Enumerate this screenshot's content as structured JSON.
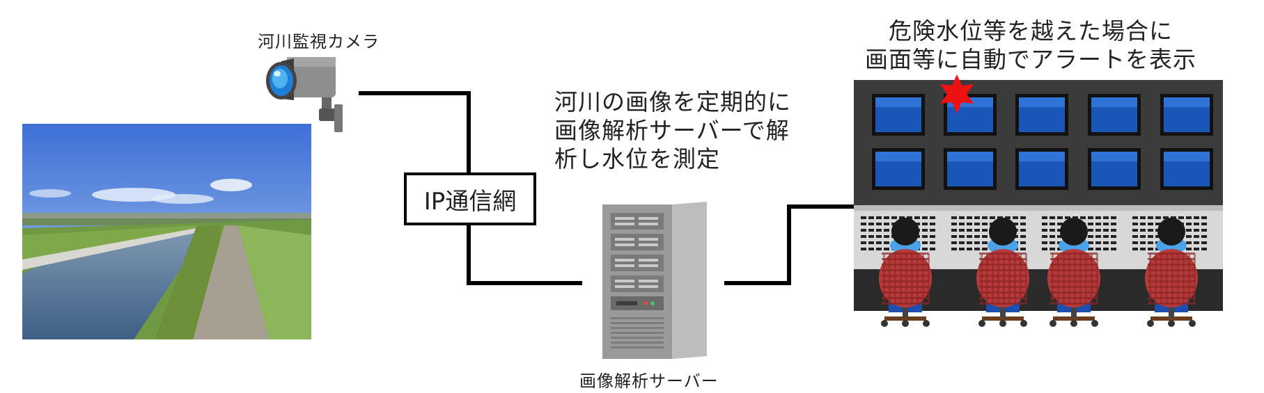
{
  "camera": {
    "label": "河川監視カメラ",
    "icon": "cctv-camera-icon"
  },
  "river_photo": {
    "icon": "river-photo"
  },
  "network": {
    "label": "IP通信網"
  },
  "process_note": {
    "lines": [
      "河川の画像を定期的に",
      "画像解析サーバーで解",
      "析し水位を測定"
    ]
  },
  "server": {
    "label": "画像解析サーバー",
    "icon": "server-tower-icon"
  },
  "alert_note": {
    "lines": [
      "危険水位等を越えた場合に",
      "画面等に自動でアラートを表示"
    ]
  },
  "monitor_room": {
    "icon": "monitoring-room-icon",
    "alert_icon": "alert-star-icon",
    "operators": 4,
    "alert_color": "#ee1111"
  }
}
